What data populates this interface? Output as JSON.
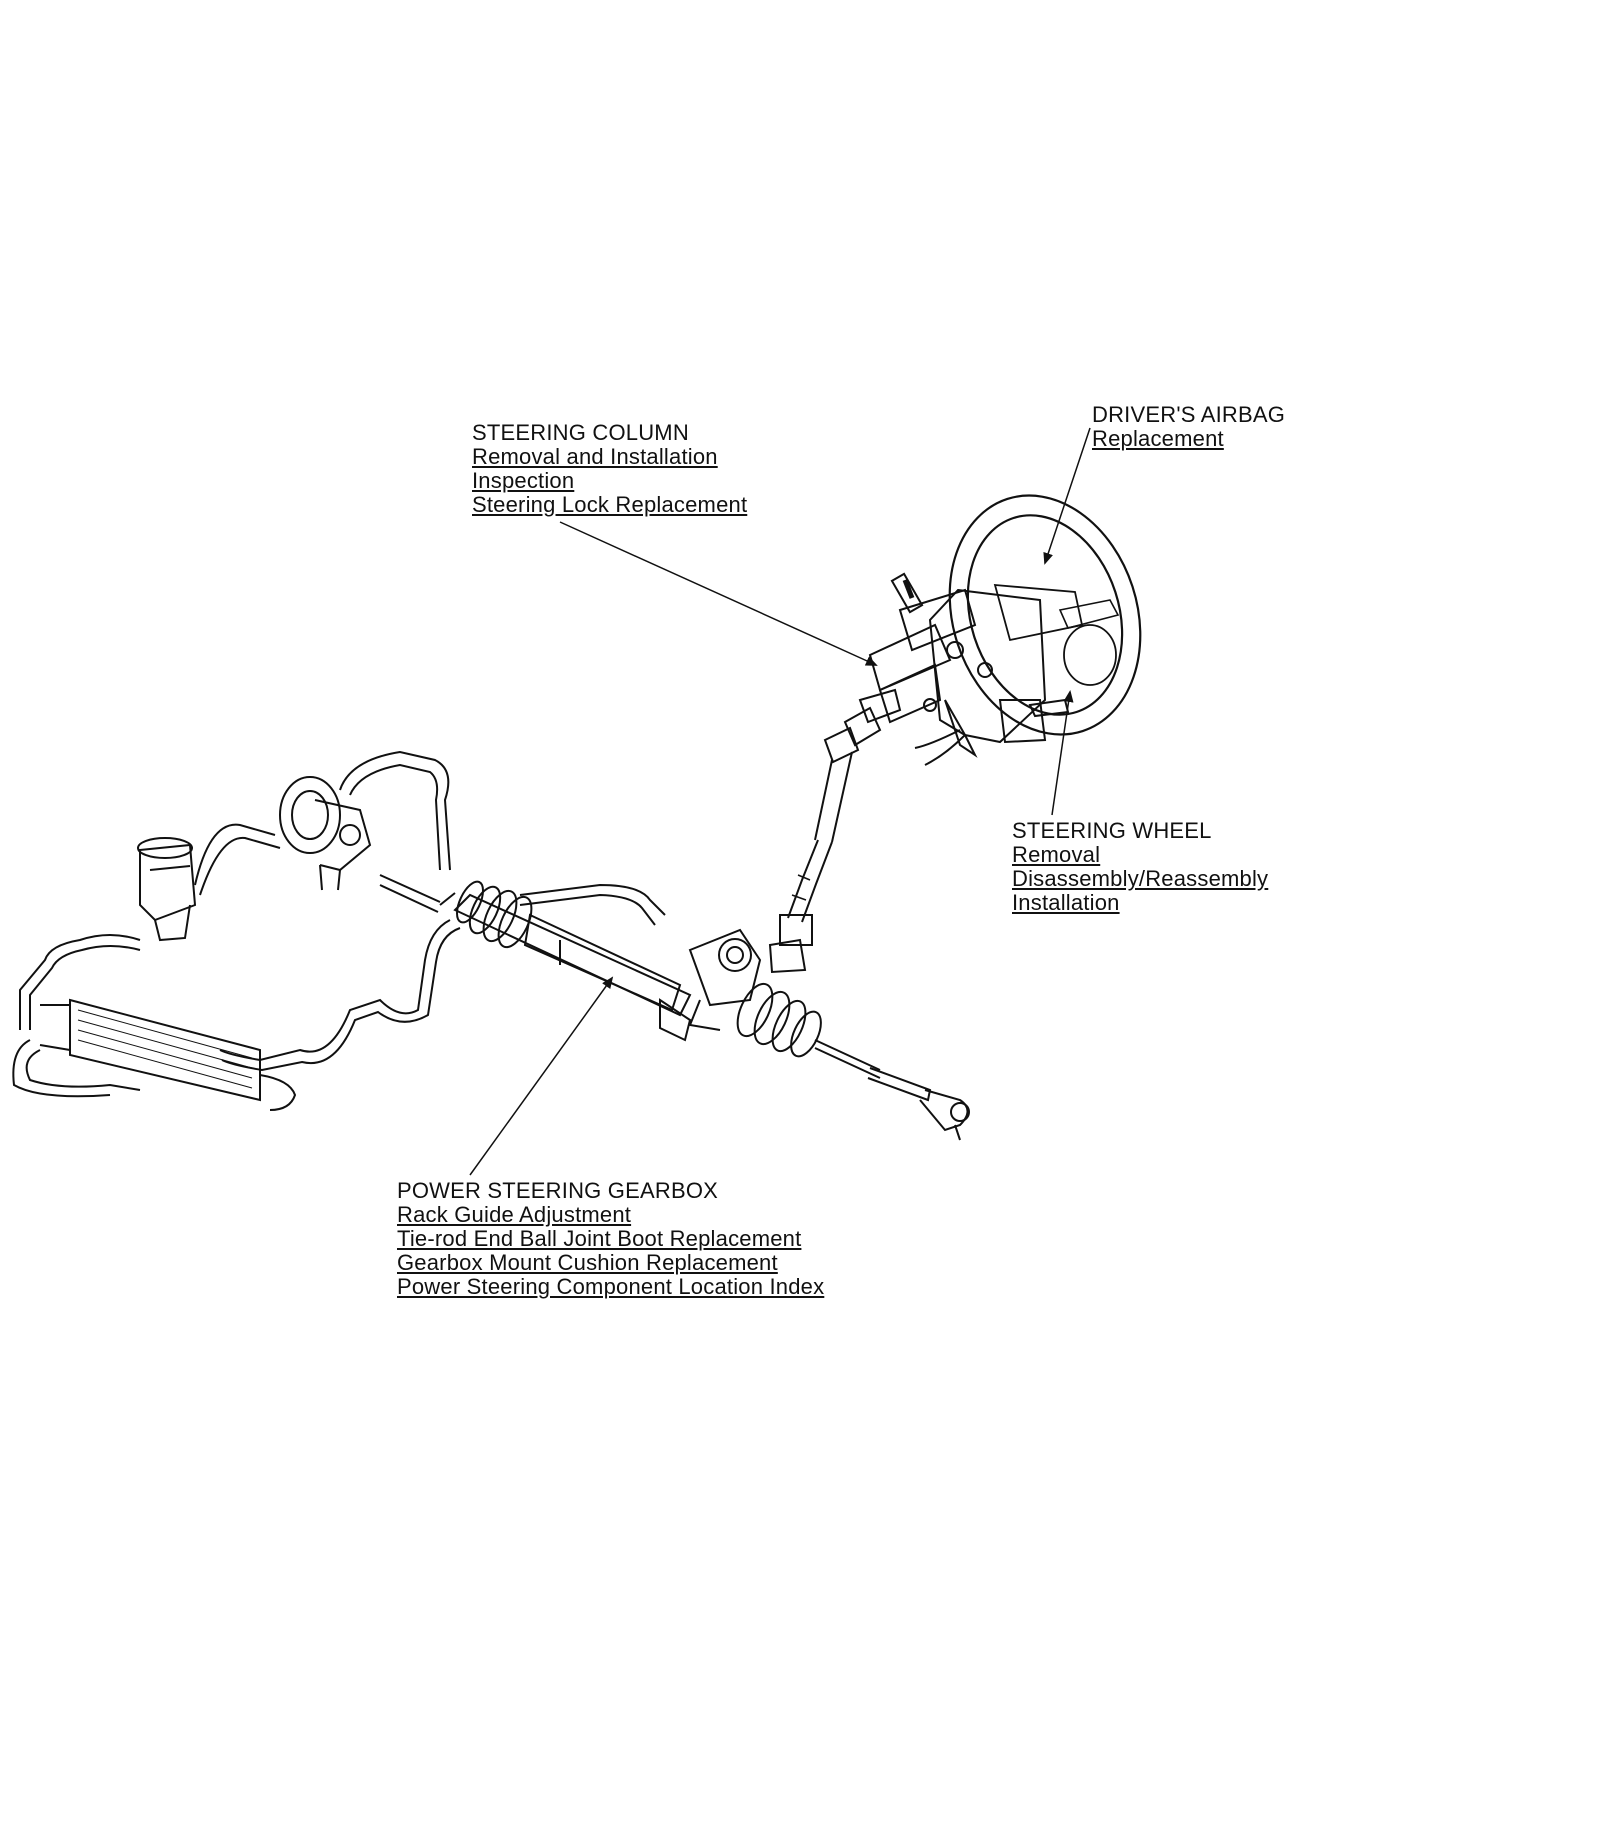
{
  "callouts": {
    "steering_column": {
      "title": "STEERING COLUMN",
      "links": [
        "Removal and Installation",
        "Inspection",
        "Steering Lock Replacement"
      ]
    },
    "drivers_airbag": {
      "title": "DRIVER'S AIRBAG",
      "links": [
        "Replacement"
      ]
    },
    "steering_wheel": {
      "title": "STEERING WHEEL",
      "links": [
        "Removal",
        "Disassembly/Reassembly",
        "Installation"
      ]
    },
    "power_steering_gearbox": {
      "title": "POWER STEERING GEARBOX",
      "links": [
        "Rack Guide Adjustment",
        "Tie-rod End Ball Joint Boot Replacement",
        "Gearbox Mount Cushion Replacement",
        "Power Steering Component Location Index"
      ]
    }
  },
  "colors": {
    "ink": "#111111",
    "background": "#ffffff"
  }
}
